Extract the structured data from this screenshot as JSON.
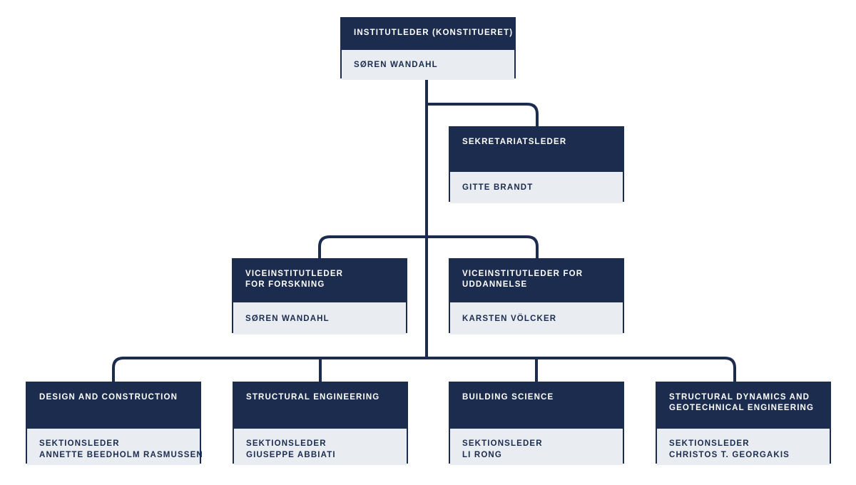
{
  "theme": {
    "dark": "#1b2c4e",
    "light_panel": "#e9edf2",
    "background": "#ffffff",
    "line": "#1b2c4e",
    "header_text": "#ffffff",
    "body_text": "#1b2c4e"
  },
  "chart_data": {
    "type": "diagram",
    "diagram_type": "organizational-chart",
    "title": "",
    "orientation": "top-down",
    "nodes": [
      {
        "id": "institutleder",
        "title": "INSTITUTLEDER (KONSTITUERET)",
        "person": "SØREN WANDAHL",
        "level": 0,
        "parent": null
      },
      {
        "id": "sekretariatsleder",
        "title": "SEKRETARIATSLEDER",
        "person": "GITTE BRANDT",
        "level": 1,
        "parent": "institutleder"
      },
      {
        "id": "vice-forskning",
        "title_line1": "VICEINSTITUTLEDER",
        "title_line2": "FOR FORSKNING",
        "person": "SØREN WANDAHL",
        "level": 2,
        "parent": "institutleder"
      },
      {
        "id": "vice-uddannelse",
        "title_line1": "VICEINSTITUTLEDER FOR",
        "title_line2": "UDDANNELSE",
        "person": "KARSTEN VÖLCKER",
        "level": 2,
        "parent": "institutleder"
      },
      {
        "id": "design-and-construction",
        "title_line1": "DESIGN AND CONSTRUCTION",
        "title_line2": "",
        "role": "SEKTIONSLEDER",
        "person": "ANNETTE BEEDHOLM RASMUSSEN",
        "level": 3,
        "parent": "institutleder"
      },
      {
        "id": "structural-engineering",
        "title_line1": "STRUCTURAL ENGINEERING",
        "title_line2": "",
        "role": "SEKTIONSLEDER",
        "person": "GIUSEPPE ABBIATI",
        "level": 3,
        "parent": "institutleder"
      },
      {
        "id": "building-science",
        "title_line1": "BUILDING SCIENCE",
        "title_line2": "",
        "role": "SEKTIONSLEDER",
        "person": "LI RONG",
        "level": 3,
        "parent": "institutleder"
      },
      {
        "id": "structural-dynamics",
        "title_line1": "STRUCTURAL DYNAMICS AND",
        "title_line2": "GEOTECHNICAL ENGINEERING",
        "role": "SEKTIONSLEDER",
        "person": "CHRISTOS T. GEORGAKIS",
        "level": 3,
        "parent": "institutleder"
      }
    ],
    "edges": [
      {
        "from": "institutleder",
        "to": "sekretariatsleder"
      },
      {
        "from": "institutleder",
        "to": "vice-forskning"
      },
      {
        "from": "institutleder",
        "to": "vice-uddannelse"
      },
      {
        "from": "institutleder",
        "to": "design-and-construction"
      },
      {
        "from": "institutleder",
        "to": "structural-engineering"
      },
      {
        "from": "institutleder",
        "to": "building-science"
      },
      {
        "from": "institutleder",
        "to": "structural-dynamics"
      }
    ]
  }
}
